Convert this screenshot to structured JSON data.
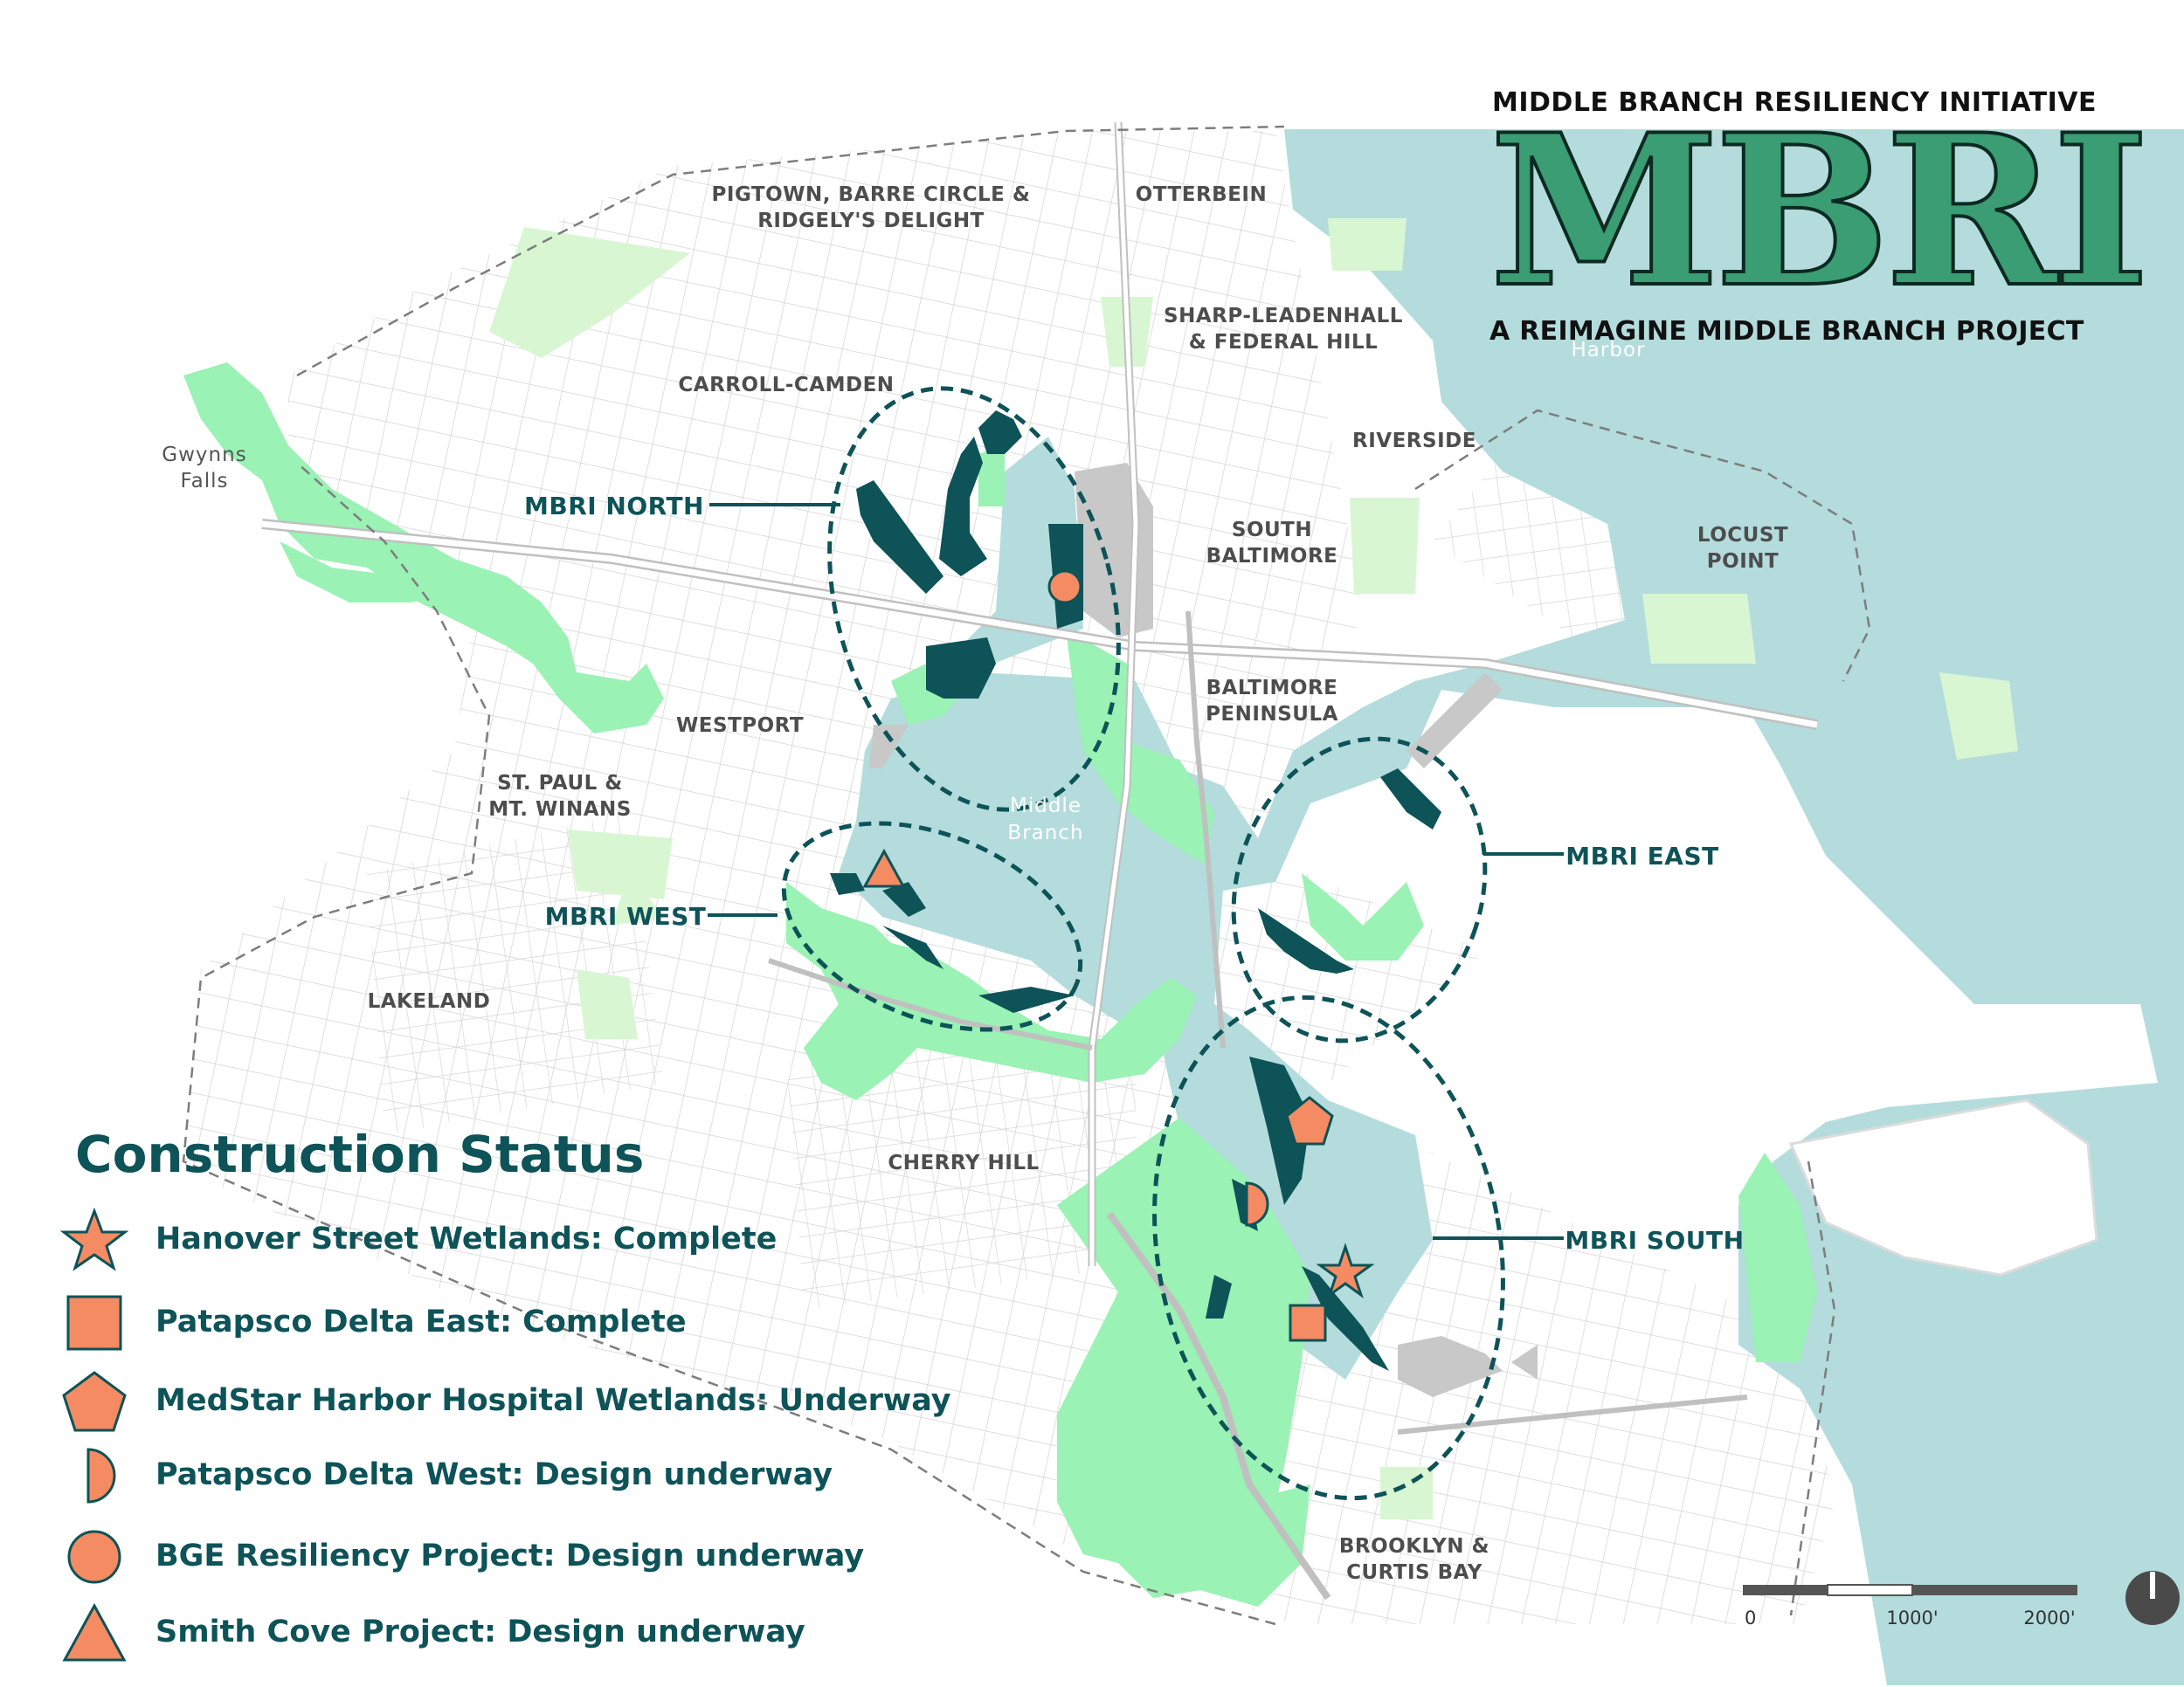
{
  "header": {
    "top_line": "MIDDLE BRANCH RESILIENCY INITIATIVE",
    "title": "MBRI",
    "subtitle": "A REIMAGINE MIDDLE BRANCH PROJECT"
  },
  "neighborhoods": {
    "pigtown_l1": "PIGTOWN, BARRE CIRCLE &",
    "pigtown_l2": "RIDGELY'S DELIGHT",
    "otterbein": "OTTERBEIN",
    "sharp_l1": "SHARP-LEADENHALL",
    "sharp_l2": "& FEDERAL HILL",
    "carroll_camden": "CARROLL-CAMDEN",
    "riverside": "RIVERSIDE",
    "south_baltimore_l1": "SOUTH",
    "south_baltimore_l2": "BALTIMORE",
    "locust_point_l1": "LOCUST",
    "locust_point_l2": "POINT",
    "baltimore_peninsula_l1": "BALTIMORE",
    "baltimore_peninsula_l2": "PENINSULA",
    "westport": "WESTPORT",
    "st_paul_l1": "ST. PAUL &",
    "st_paul_l2": "MT. WINANS",
    "lakeland": "LAKELAND",
    "cherry_hill": "CHERRY HILL",
    "brooklyn_l1": "BROOKLYN &",
    "brooklyn_l2": "CURTIS BAY"
  },
  "water_labels": {
    "gwynns_falls_l1": "Gwynns",
    "gwynns_falls_l2": "Falls",
    "middle_branch_l1": "Middle",
    "middle_branch_l2": "Branch",
    "harbor": "Harbor"
  },
  "sites": {
    "north": "MBRI NORTH",
    "west": "MBRI WEST",
    "east": "MBRI EAST",
    "south": "MBRI SOUTH"
  },
  "legend": {
    "title": "Construction Status",
    "items": [
      {
        "symbol": "star-icon",
        "label": "Hanover Street Wetlands: Complete"
      },
      {
        "symbol": "square-icon",
        "label": "Patapsco Delta East: Complete"
      },
      {
        "symbol": "pentagon-icon",
        "label": "MedStar Harbor Hospital Wetlands: Underway"
      },
      {
        "symbol": "half-circle-icon",
        "label": "Patapsco Delta West: Design underway"
      },
      {
        "symbol": "circle-icon",
        "label": "BGE Resiliency Project: Design underway"
      },
      {
        "symbol": "triangle-icon",
        "label": "Smith Cove Project: Design underway"
      }
    ]
  },
  "scale_bar": {
    "labels": [
      "0",
      "1000'",
      "2000'"
    ]
  },
  "colors": {
    "water": "#b4dcdc",
    "park": "#9af2b4",
    "park_light": "#d9f6d3",
    "project_dark": "#0d5358",
    "marker_orange": "#f48b63",
    "industrial_gray": "#c8c8c8",
    "title_green": "#3a9d73"
  }
}
